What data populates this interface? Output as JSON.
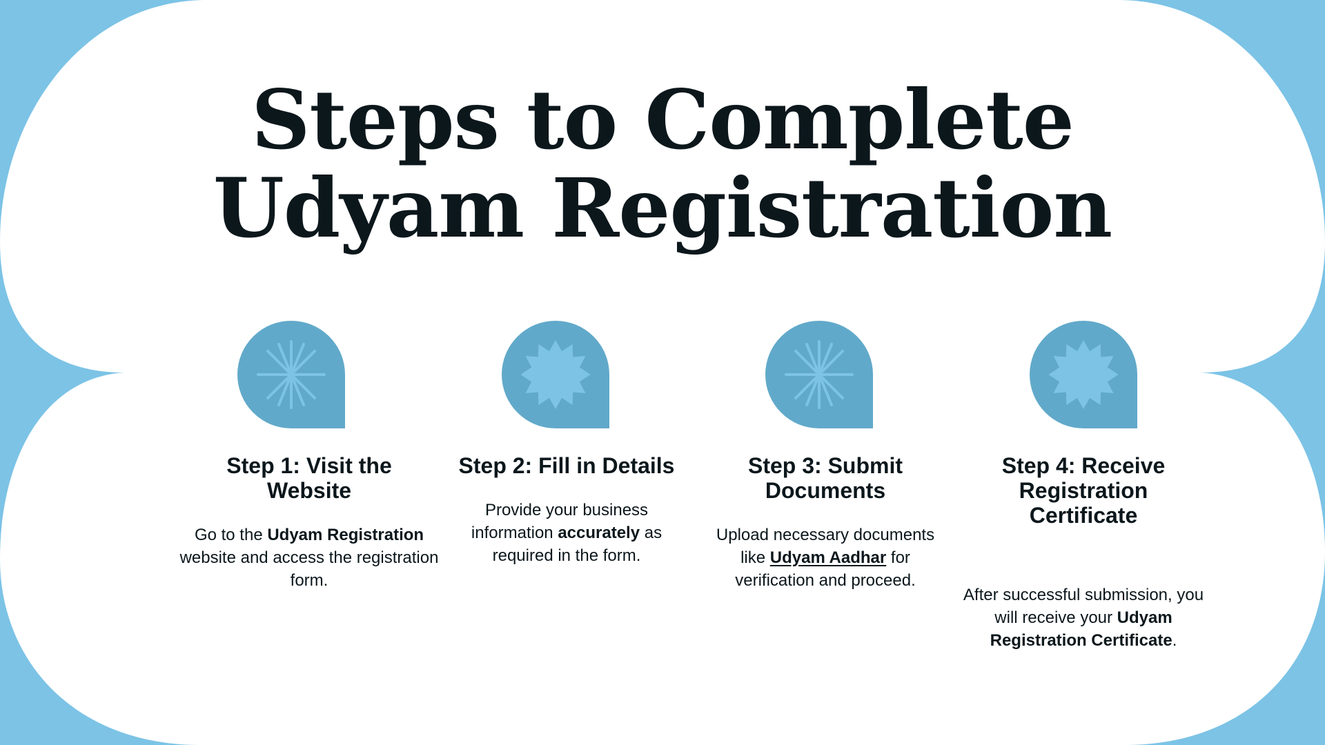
{
  "title": {
    "line1": "Steps to Complete",
    "line2": "Udyam Registration"
  },
  "colors": {
    "background": "#7cc3e6",
    "card": "#ffffff",
    "badge": "#61a9ca",
    "badge_icon": "#7cc3e6",
    "text": "#0c171c"
  },
  "steps": [
    {
      "icon": "asterisk-icon",
      "title": "Step 1: Visit the Website",
      "desc": [
        "Go to the ",
        "Udyam Registration",
        " website and access the registration form."
      ]
    },
    {
      "icon": "starburst-icon",
      "title": "Step 2: Fill in Details",
      "desc": [
        "Provide your business information ",
        "accurately",
        " as required in the form."
      ]
    },
    {
      "icon": "asterisk-icon",
      "title": "Step 3: Submit Documents",
      "desc": [
        "Upload necessary documents like ",
        "Udyam Aadhar",
        " for verification and proceed."
      ]
    },
    {
      "icon": "starburst-icon",
      "title": "Step 4: Receive Registration Certificate",
      "desc": [
        "After successful submission, you will receive your ",
        "Udyam Registration Certificate",
        "."
      ]
    }
  ]
}
